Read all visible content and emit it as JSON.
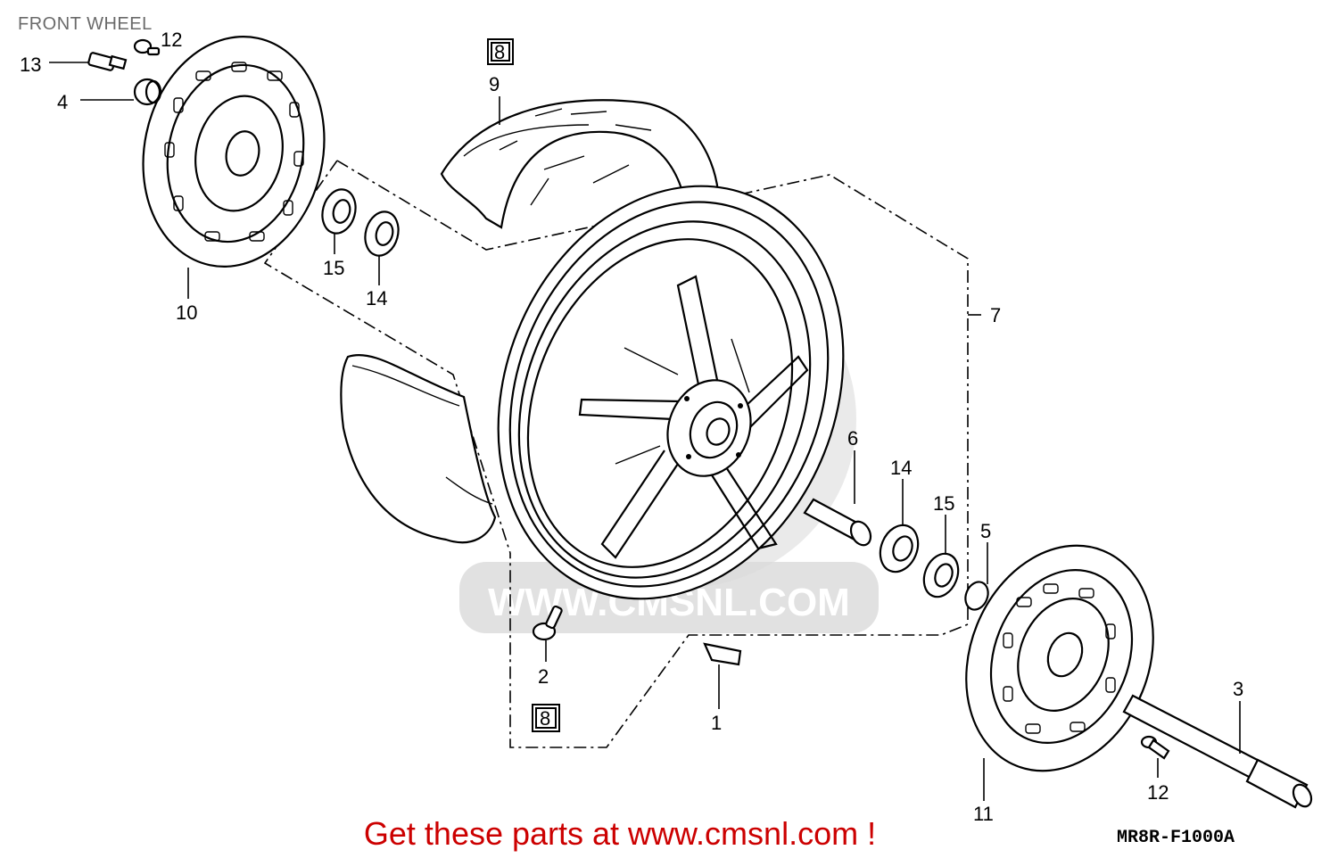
{
  "title": "FRONT WHEEL",
  "callout": "Get these parts at www.cmsnl.com !",
  "diagram_code": "MR8R-F1000A",
  "watermark": "WWW.CMSNL.COM",
  "parts": {
    "p1": "1",
    "p2": "2",
    "p3": "3",
    "p4": "4",
    "p5": "5",
    "p6": "6",
    "p7": "7",
    "p9": "9",
    "p10": "10",
    "p11": "11",
    "p12a": "12",
    "p12b": "12",
    "p13": "13",
    "p14a": "14",
    "p14b": "14",
    "p15a": "15",
    "p15b": "15",
    "ref8a": "8",
    "ref8b": "8"
  },
  "colors": {
    "callout": "#cc0000",
    "title": "#6a6a6a",
    "watermark": "#d9d9d9"
  }
}
